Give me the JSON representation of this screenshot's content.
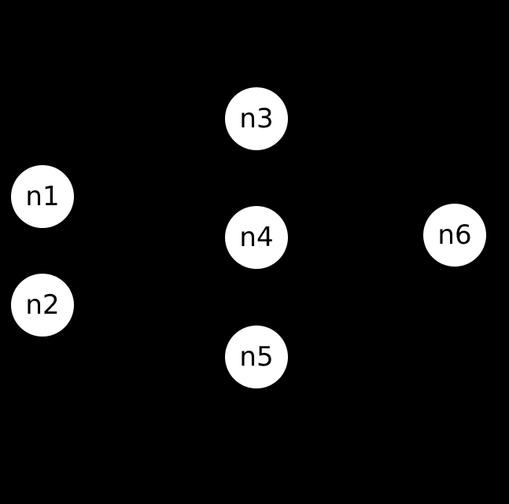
{
  "diagram": {
    "background_color": "#000000",
    "node_fill": "#ffffff",
    "label_color": "#000000",
    "nodes": [
      {
        "id": "n1",
        "label": "n1"
      },
      {
        "id": "n2",
        "label": "n2"
      },
      {
        "id": "n3",
        "label": "n3"
      },
      {
        "id": "n4",
        "label": "n4"
      },
      {
        "id": "n5",
        "label": "n5"
      },
      {
        "id": "n6",
        "label": "n6"
      }
    ]
  }
}
